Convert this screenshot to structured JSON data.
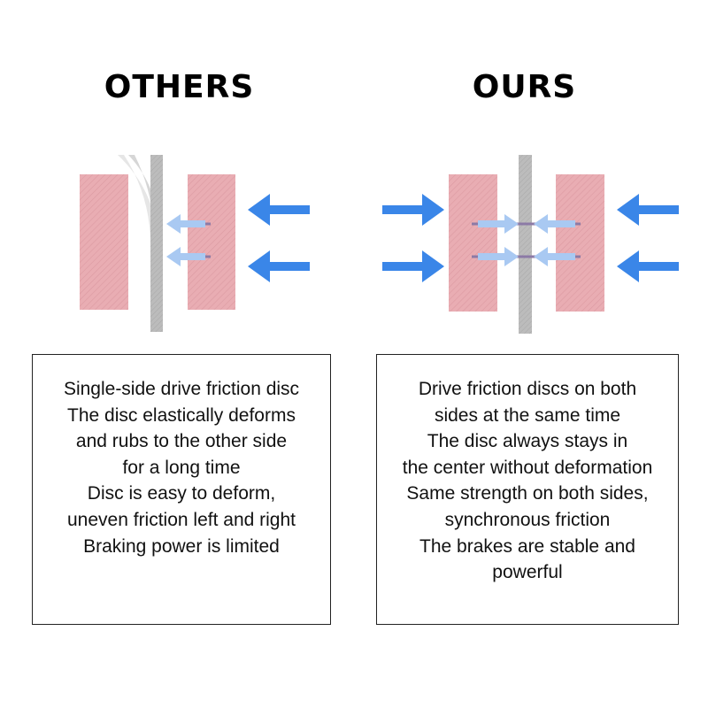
{
  "left": {
    "heading": "OTHERS",
    "lines": [
      "Single-side drive friction disc",
      "The disc elastically deforms",
      "and rubs to the other side",
      "for a long time",
      "Disc is easy to deform,",
      "uneven friction left and right",
      "Braking power is limited"
    ]
  },
  "right": {
    "heading": "OURS",
    "lines": [
      "Drive friction discs on both",
      "sides at the same time",
      "The disc always stays in",
      "the center without deformation",
      "Same strength on both sides,",
      "synchronous friction",
      "The brakes are stable and",
      "powerful"
    ]
  },
  "colors": {
    "pad": "#e8aab0",
    "disc": "#b8b8b8",
    "arrow": "#3a86e8",
    "arrow_light": "#a9c9f2",
    "inner_line": "#8c7aa6"
  }
}
